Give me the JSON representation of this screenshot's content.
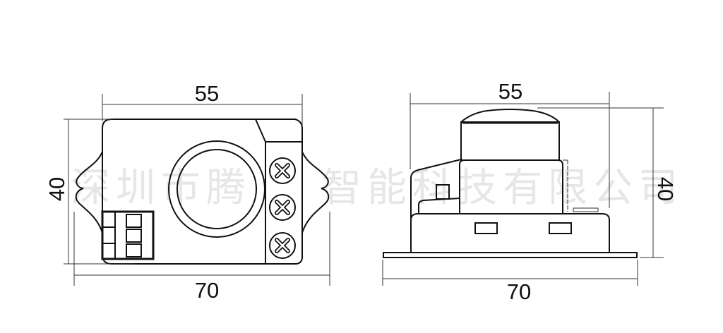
{
  "watermark": {
    "text_before": "深圳市腾",
    "text_after": "智能科技有限公司"
  },
  "front_view": {
    "width_label": "55",
    "height_label": "40",
    "overall_width_label": "70",
    "screw_count": 3,
    "terminal_slots": 3
  },
  "side_view": {
    "width_label": "55",
    "height_label": "40",
    "overall_width_label": "70"
  }
}
